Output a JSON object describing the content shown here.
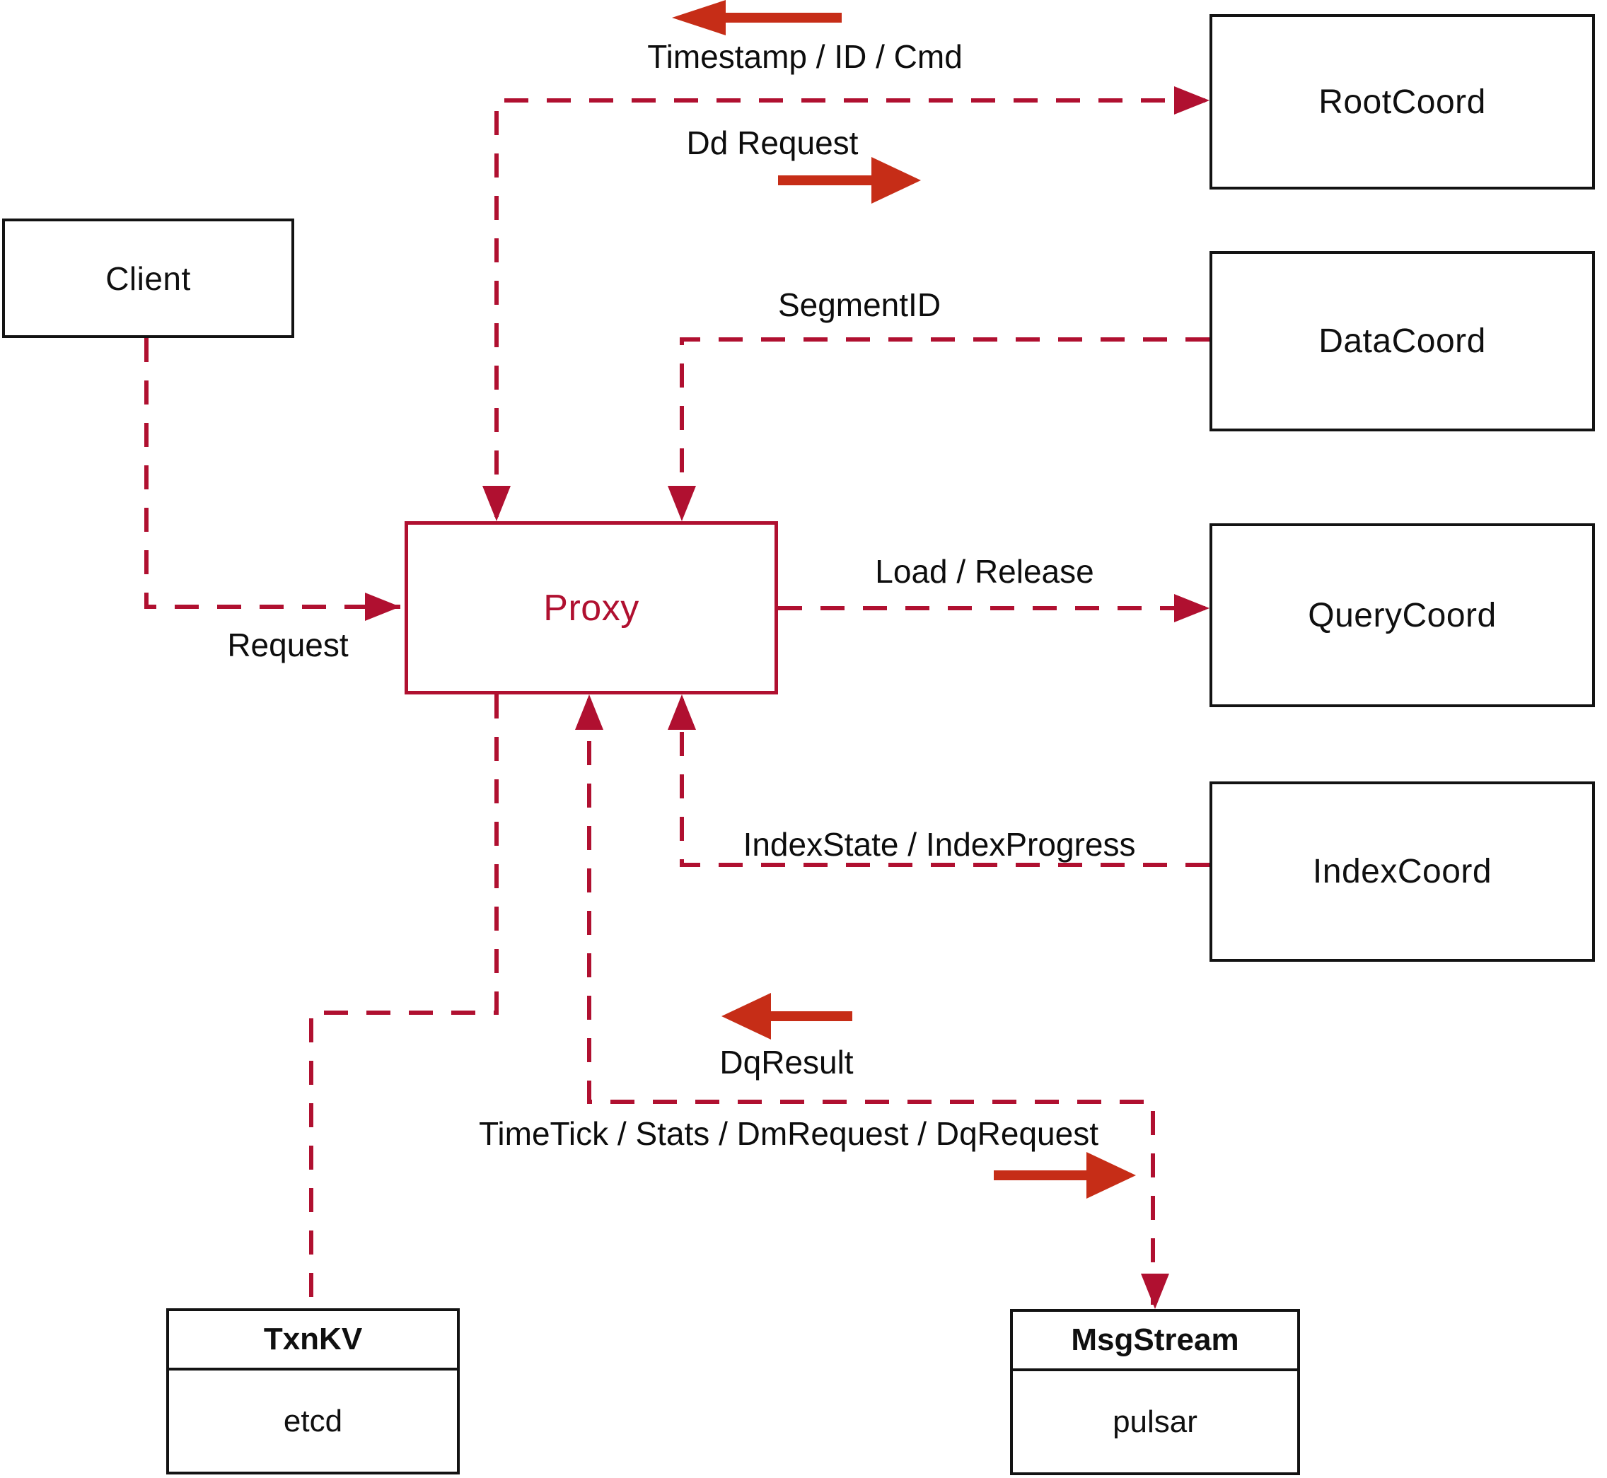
{
  "nodes": {
    "client": {
      "label": "Client"
    },
    "proxy": {
      "label": "Proxy"
    },
    "root_coord": {
      "label": "RootCoord"
    },
    "data_coord": {
      "label": "DataCoord"
    },
    "query_coord": {
      "label": "QueryCoord"
    },
    "index_coord": {
      "label": "IndexCoord"
    },
    "txn_kv": {
      "title": "TxnKV",
      "value": "etcd"
    },
    "msg_stream": {
      "title": "MsgStream",
      "value": "pulsar"
    }
  },
  "edges": [
    {
      "from": "Client",
      "to": "Proxy",
      "style": "dashed",
      "labels": [
        "Request"
      ]
    },
    {
      "from": "Proxy",
      "to": "RootCoord",
      "style": "dashed",
      "bidirectional": true,
      "labels": [
        "Timestamp / ID / Cmd",
        "Dd Request"
      ]
    },
    {
      "from": "DataCoord",
      "to": "Proxy",
      "style": "dashed",
      "labels": [
        "SegmentID"
      ]
    },
    {
      "from": "Proxy",
      "to": "QueryCoord",
      "style": "dashed",
      "labels": [
        "Load / Release"
      ]
    },
    {
      "from": "IndexCoord",
      "to": "Proxy",
      "style": "dashed",
      "labels": [
        "IndexState / IndexProgress"
      ]
    },
    {
      "from": "Proxy",
      "to": "TxnKV",
      "style": "dashed",
      "labels": []
    },
    {
      "from": "Proxy",
      "to": "MsgStream",
      "style": "dashed",
      "bidirectional": true,
      "labels": [
        "DqResult",
        "TimeTick / Stats / DmRequest / DqRequest"
      ]
    }
  ],
  "colors": {
    "dashed_line_red": "#b01030",
    "solid_arrow_red": "#c62d17",
    "box_border_black": "#131313",
    "text_black": "#0d0d0d",
    "background": "#ffffff"
  }
}
